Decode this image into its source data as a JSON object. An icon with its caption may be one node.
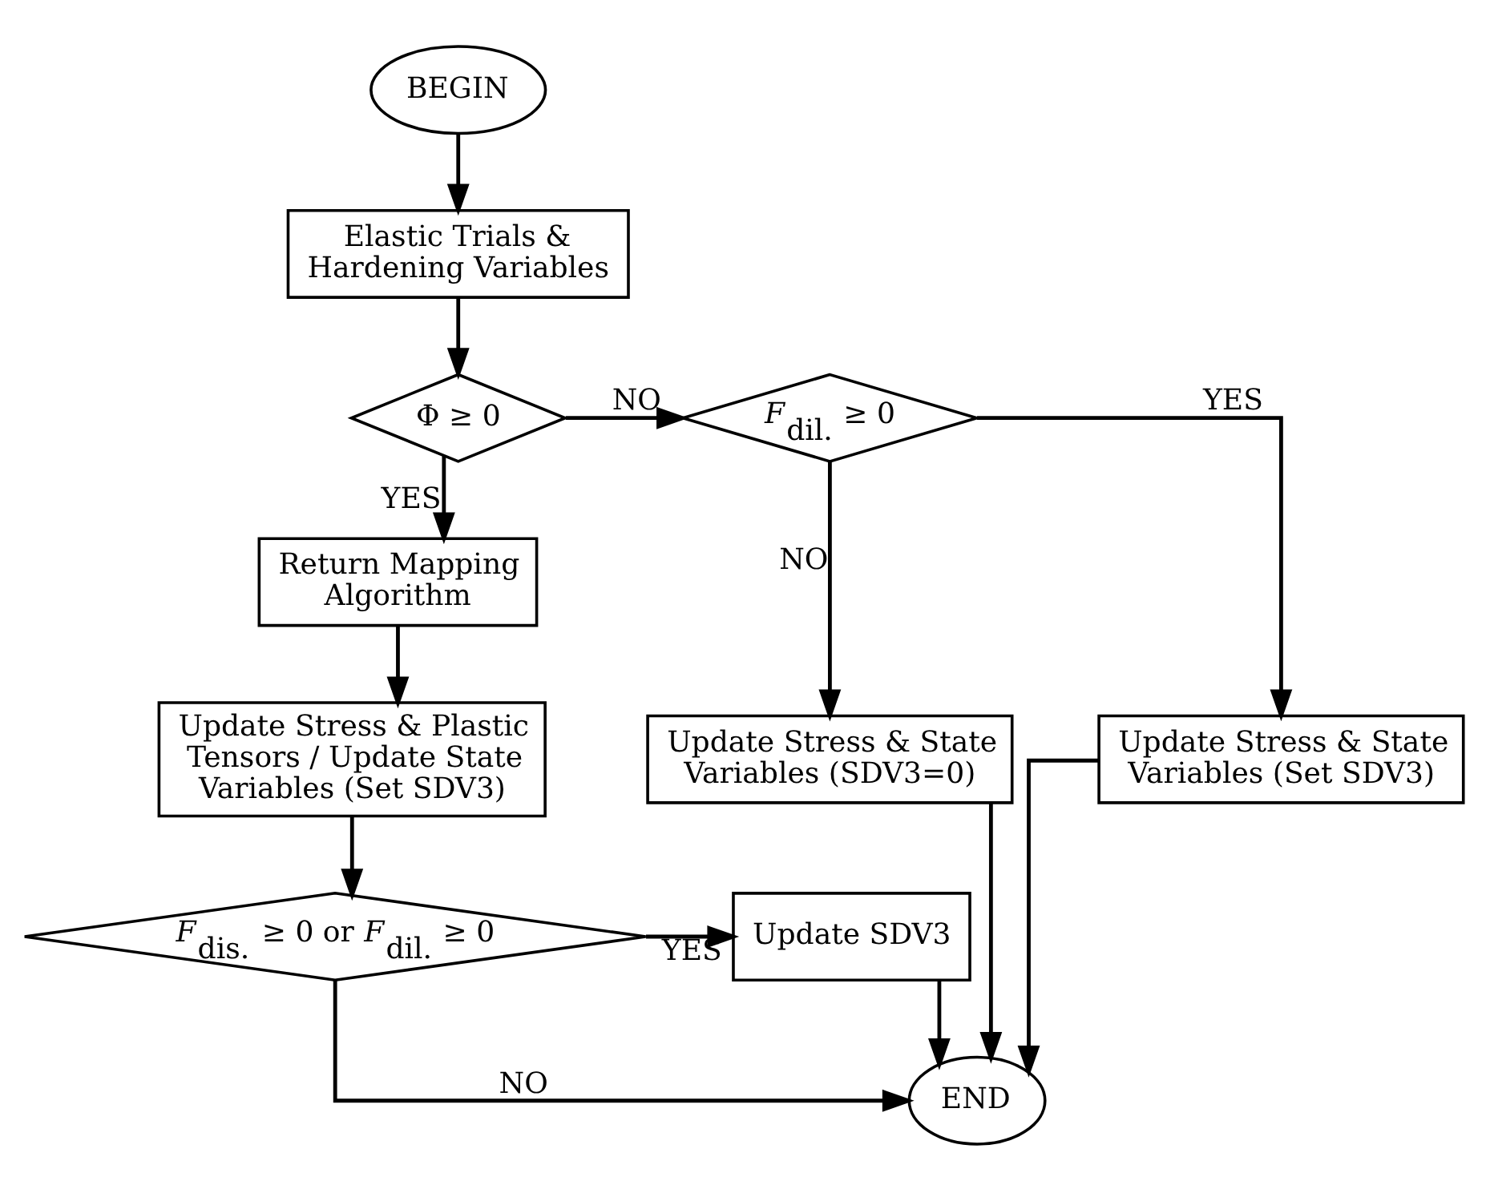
{
  "diagram": {
    "nodes": [
      {
        "text": [
          "BEGIN"
        ]
      },
      {
        "text": [
          "Elastic Trials & Hardening Variables"
        ]
      },
      {
        "text": [
          "Φ ≥ 0"
        ]
      },
      {
        "text": [
          "*F*$_{dil.}$ ≥ 0"
        ]
      },
      {
        "text": [
          "Return Mapping Algorithm"
        ]
      },
      {
        "text": [
          "Update Stress & Plastic Tensors / Update State Variables (Set SDV3)"
        ]
      },
      {
        "text": [
          "Update Stress & State Variables (SDV3=0)"
        ]
      },
      {
        "text": [
          "Update Stress & State Variables (Set SDV3)"
        ]
      },
      {
        "text": [
          "*F*$_{dis.}$ ≥ 0 or *F*$_{dil.}$ ≥ 0"
        ]
      },
      {
        "text": [
          "Update SDV3"
        ]
      },
      {
        "text": [
          "END"
        ]
      }
    ],
    "edges": [
      {
        "from": 0,
        "to": 1,
        "arrow": "to"
      },
      {
        "from": 1,
        "to": 2,
        "arrow": "to"
      },
      {
        "from": 2,
        "to": 3,
        "arrow": "to",
        "label": "NO"
      },
      {
        "from": 2,
        "to": 4,
        "arrow": "to",
        "label": "YES"
      },
      {
        "from": 3,
        "to": 6,
        "arrow": "to",
        "label": "NO"
      },
      {
        "from": 3,
        "to": 7,
        "arrow": "to",
        "label": "YES"
      },
      {
        "from": 4,
        "to": 5,
        "arrow": "to"
      },
      {
        "from": 5,
        "to": 8,
        "arrow": "to"
      },
      {
        "from": 8,
        "to": 9,
        "arrow": "to",
        "label": "YES"
      },
      {
        "from": 8,
        "to": 10,
        "arrow": "to",
        "label": "NO"
      },
      {
        "from": 9,
        "to": 10,
        "arrow": "to"
      },
      {
        "from": 6,
        "to": 10,
        "arrow": "to"
      },
      {
        "from": 7,
        "to": 10,
        "arrow": "to"
      }
    ]
  }
}
